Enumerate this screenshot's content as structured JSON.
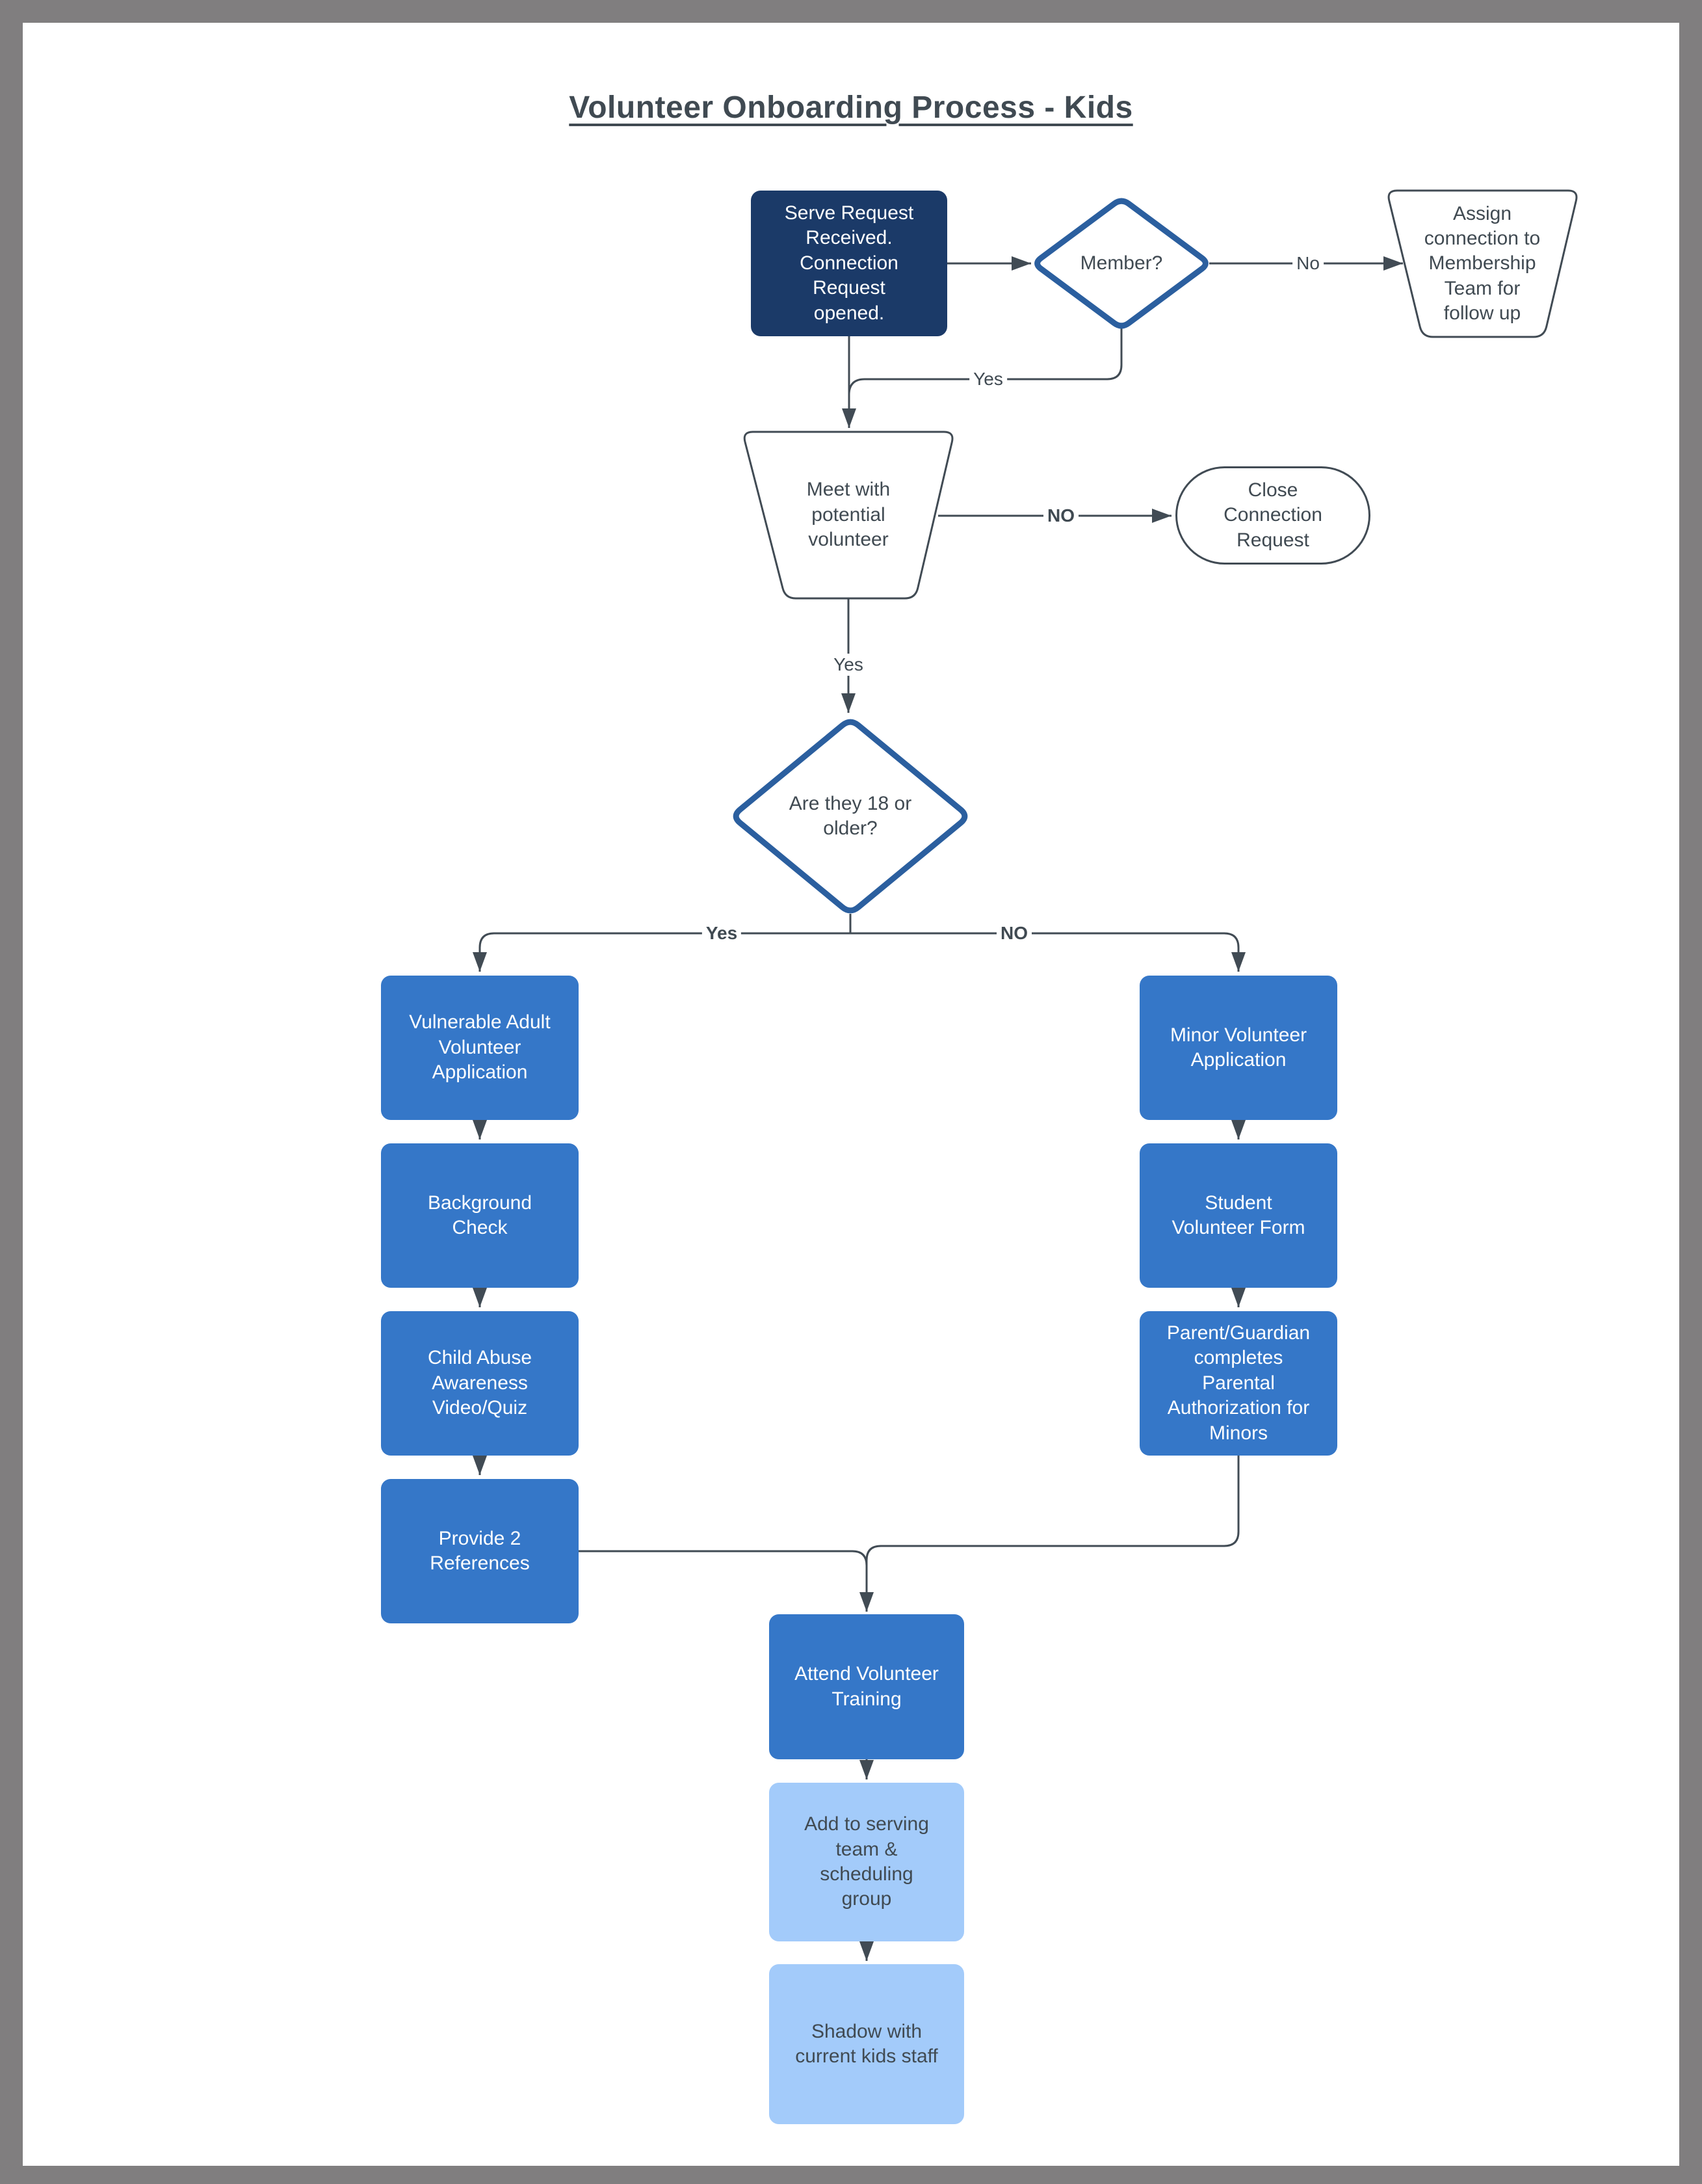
{
  "title": "Volunteer Onboarding Process - Kids",
  "colors": {
    "frame_gray": "#807e7f",
    "page_white": "#ffffff",
    "navy_fill": "#1b3a68",
    "process_blue": "#3577c8",
    "light_blue": "#a3cbfa",
    "decision_border_blue": "#2b5f9f",
    "line_slate": "#414b54",
    "text_slate": "#404a52"
  },
  "nodes": {
    "serve_request": {
      "label": "Serve Request Received. Connection Request opened.",
      "type": "process"
    },
    "member_decision": {
      "label": "Member?",
      "type": "decision"
    },
    "assign_membership": {
      "label": "Assign connection to Membership Team for follow up",
      "type": "manual-operation"
    },
    "meet_volunteer": {
      "label": "Meet with potential volunteer",
      "type": "manual-operation"
    },
    "close_request": {
      "label": "Close Connection Request",
      "type": "terminator"
    },
    "age_decision": {
      "label": "Are they 18 or older?",
      "type": "decision"
    },
    "adult_application": {
      "label": "Vulnerable Adult Volunteer Application",
      "type": "process"
    },
    "background_check": {
      "label": "Background Check",
      "type": "process"
    },
    "child_abuse_training": {
      "label": "Child Abuse Awareness Video/Quiz",
      "type": "process"
    },
    "references": {
      "label": "Provide 2 References",
      "type": "process"
    },
    "minor_application": {
      "label": "Minor Volunteer Application",
      "type": "process"
    },
    "student_form": {
      "label": "Student Volunteer Form",
      "type": "process"
    },
    "parental_authorization": {
      "label": "Parent/Guardian completes Parental Authorization for Minors",
      "type": "process"
    },
    "training": {
      "label": "Attend Volunteer Training",
      "type": "process"
    },
    "serving_team": {
      "label": "Add to serving team & scheduling group",
      "type": "process"
    },
    "shadowing": {
      "label": "Shadow with current kids staff",
      "type": "process"
    }
  },
  "edge_labels": {
    "member_no": "No",
    "member_yes": "Yes",
    "meet_no": "NO",
    "meet_yes": "Yes",
    "age_yes": "Yes",
    "age_no": "NO"
  }
}
